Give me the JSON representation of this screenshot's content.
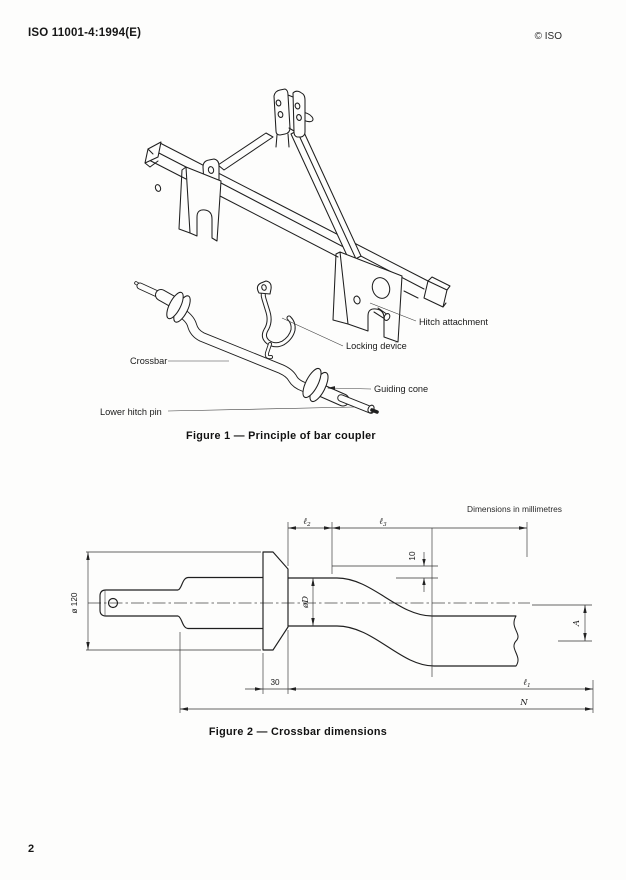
{
  "header": {
    "document_number": "ISO 11001-4:1994(E)",
    "copyright_notice": "© ISO"
  },
  "figure1": {
    "caption": "Figure 1 — Principle of bar coupler",
    "labels": {
      "hitch_attachment": "Hitch attachment",
      "locking_device": "Locking device",
      "crossbar": "Crossbar",
      "guiding_cone": "Guiding cone",
      "lower_hitch_pin": "Lower hitch pin"
    }
  },
  "figure2": {
    "units_note": "Dimensions in millimetres",
    "caption": "Figure 2 — Crossbar dimensions",
    "dimensions": {
      "flange_diameter": "ø 120",
      "l2_base": "ℓ",
      "l2_sub": "2",
      "l3_base": "ℓ",
      "l3_sub": "3",
      "step": "10",
      "bar_diameter": "øD",
      "end_height": "A",
      "cone_length": "30",
      "l1_base": "ℓ",
      "l1_sub": "1",
      "overall_length": "N"
    }
  },
  "page_number": "2"
}
